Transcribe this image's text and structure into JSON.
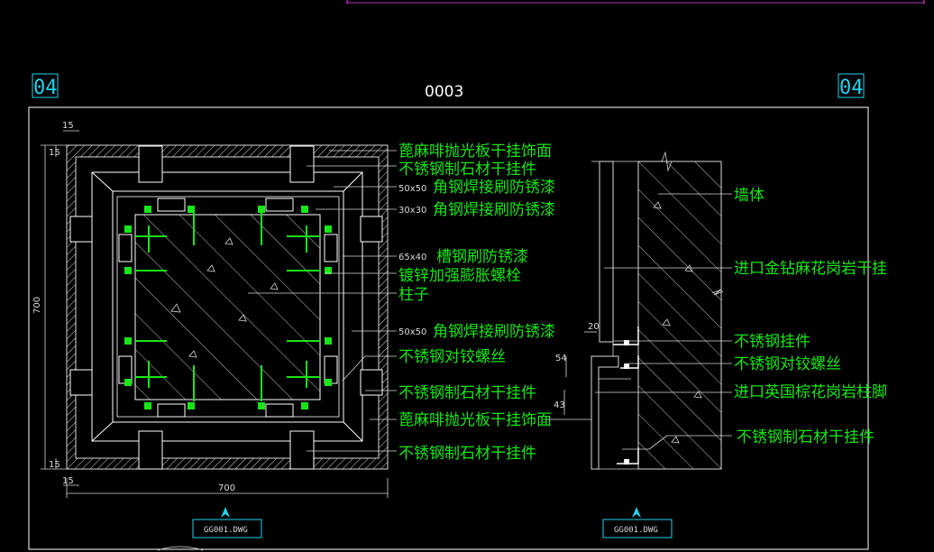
{
  "drawing_title": "0003",
  "section_tags": {
    "left": "04",
    "right": "04"
  },
  "dimensions": {
    "top_small": "15",
    "bottom_small": "15",
    "side_small_top": "15",
    "side_small_bottom": "15",
    "height": "700",
    "width": "700",
    "elev_20": "20",
    "elev_54": "54",
    "elev_43": "43"
  },
  "plan_labels": [
    {
      "size": "",
      "text": "蓖麻啡抛光板干挂饰面"
    },
    {
      "size": "",
      "text": "不锈钢制石材干挂件"
    },
    {
      "size": "50x50",
      "text": "角钢焊接刷防锈漆"
    },
    {
      "size": "30x30",
      "text": "角钢焊接刷防锈漆"
    },
    {
      "size": "65x40",
      "text": "槽钢刷防锈漆"
    },
    {
      "size": "",
      "text": "镀锌加强膨胀螺栓"
    },
    {
      "size": "",
      "text": "柱子"
    },
    {
      "size": "50x50",
      "text": "角钢焊接刷防锈漆"
    },
    {
      "size": "",
      "text": "不锈钢对铰螺丝"
    },
    {
      "size": "",
      "text": "不锈钢制石材干挂件"
    },
    {
      "size": "",
      "text": "蓖麻啡抛光板干挂饰面"
    },
    {
      "size": "",
      "text": "不锈钢制石材干挂件"
    }
  ],
  "section_labels": [
    "墙体",
    "进口金钻麻花岗岩干挂",
    "不锈钢挂件",
    "不锈钢对铰螺丝",
    "进口英国棕花岗岩柱脚",
    "不锈钢制石材干挂件"
  ],
  "ref_tags": {
    "left": "GG001.DWG",
    "right": "GG001.DWG"
  },
  "colors": {
    "background": "#000000",
    "label": "#19e619",
    "frame": "#ffffff",
    "tag": "#22d3ee",
    "hatch": "#d9d9d9",
    "accent": "#ff3bff"
  }
}
